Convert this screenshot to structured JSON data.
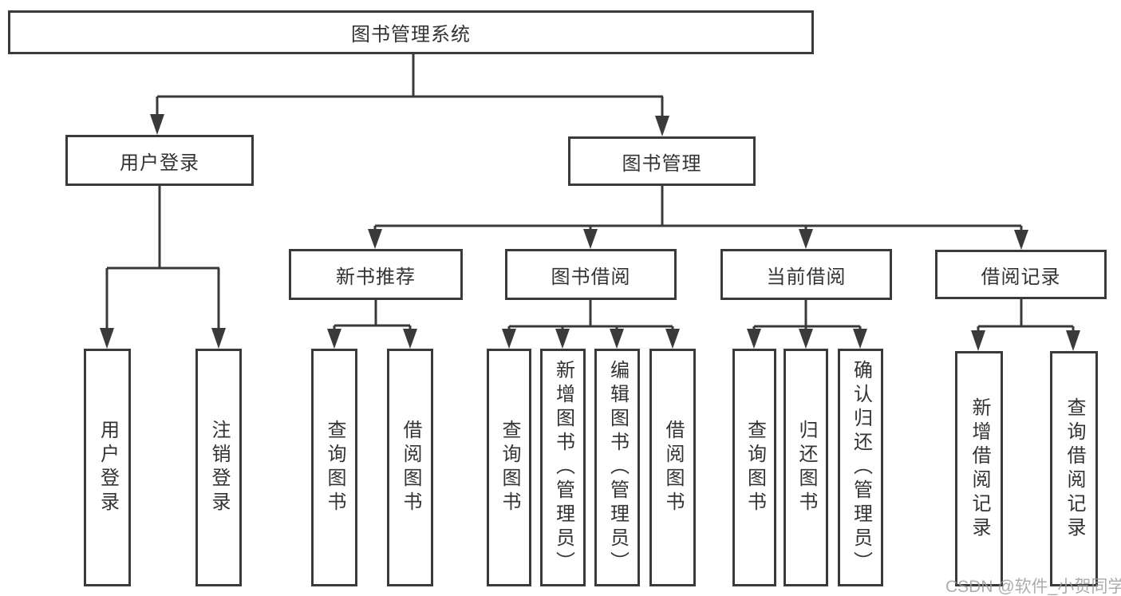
{
  "nodes": {
    "root": "图书管理系统",
    "user_login": "用户登录",
    "book_mgmt": "图书管理",
    "new_book_rec": "新书推荐",
    "book_borrow": "图书借阅",
    "current_borrow": "当前借阅",
    "borrow_record": "借阅记录",
    "login": "用户登录",
    "logout": "注销登录",
    "rec_query_book": "查询图书",
    "rec_borrow_book": "借阅图书",
    "bb_query_book": "查询图书",
    "bb_add_book": "新增图书（管理员）",
    "bb_edit_book": "编辑图书（管理员）",
    "bb_borrow_book": "借阅图书",
    "cb_query_book": "查询图书",
    "cb_return_book": "归还图书",
    "cb_confirm_return": "确认归还（管理员）",
    "br_add_record": "新增借阅记录",
    "br_query_record": "查询借阅记录"
  },
  "watermark": "CSDN @软件_小贺同学",
  "colors": {
    "line": "#3a3a3a",
    "text": "#333333",
    "watermark": "#9e9e9e",
    "background": "#ffffff"
  }
}
